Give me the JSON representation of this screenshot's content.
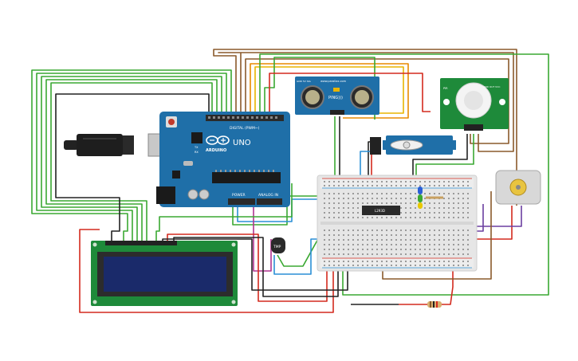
{
  "arduino": {
    "brand": "ARDUINO",
    "model": "UNO",
    "digital_header": "DIGITAL (PWM~)",
    "power_header": "POWER",
    "analog_header": "ANALOG IN",
    "tx_label": "TX",
    "rx_label": "RX"
  },
  "ultrasonic": {
    "brand_line": "www.parallax.com",
    "model": "PING)))",
    "left_pins": "GND 5V SIG"
  },
  "pir": {
    "left_label": "PIR",
    "right_label": "GND OUT VCC"
  },
  "sensor_label": "TMP",
  "driver_label": "L293D",
  "colors": {
    "board_blue": "#1f6fa8",
    "pcb_green": "#1e8a3a",
    "wire_green": "#3aa832",
    "wire_red": "#d42a1e",
    "wire_black": "#222222",
    "wire_brown": "#8a5a2b",
    "wire_blue": "#2a8fd6",
    "wire_yellow": "#e8b400",
    "wire_purple": "#6b3fa0",
    "wire_magenta": "#b0338f",
    "lcd_screen": "#1a2a6a",
    "breadboard": "#e6e6e6"
  }
}
